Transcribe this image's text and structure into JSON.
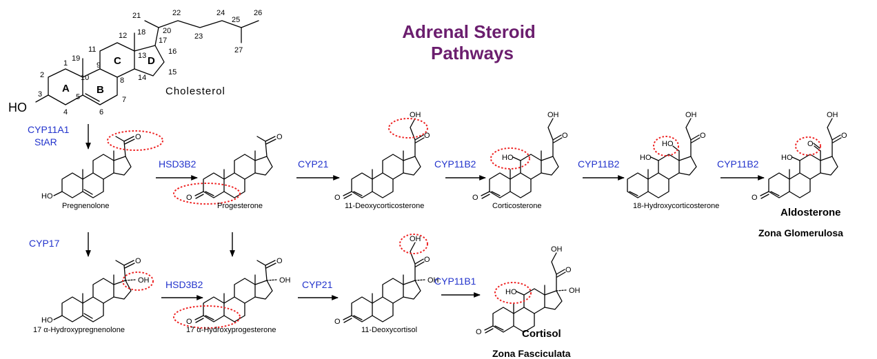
{
  "title": {
    "line1": "Adrenal Steroid",
    "line2": "Pathways"
  },
  "cholesterol": {
    "name": "Cholesterol",
    "ring_labels": [
      "A",
      "B",
      "C",
      "D"
    ],
    "carbon_numbers": [
      "1",
      "2",
      "3",
      "4",
      "5",
      "6",
      "7",
      "8",
      "9",
      "10",
      "11",
      "12",
      "13",
      "14",
      "15",
      "16",
      "17",
      "18",
      "19",
      "20",
      "21",
      "22",
      "23",
      "24",
      "25",
      "26",
      "27"
    ],
    "ho_label": "HO"
  },
  "atoms": {
    "oh": "OH",
    "ho": "HO",
    "o": "O"
  },
  "enzymes": {
    "cyp11a1": "CYP11A1",
    "star": "StAR",
    "hsd3b2": "HSD3B2",
    "cyp21": "CYP21",
    "cyp11b2": "CYP11B2",
    "cyp17": "CYP17",
    "cyp11b1": "CYP11B1"
  },
  "compounds": {
    "pregnenolone": "Pregnenolone",
    "progesterone": "Progesterone",
    "deoxycorticosterone": "11-Deoxycorticosterone",
    "corticosterone": "Corticosterone",
    "hydroxycorticosterone": "18-Hydroxycorticosterone",
    "aldosterone": "Aldosterone",
    "hydroxypregnenolone": "17 α-Hydroxypregnenolone",
    "hydroxyprogesterone": "17 α-Hydroxyprogesterone",
    "deoxycortisol": "11-Deoxycortisol",
    "cortisol": "Cortisol"
  },
  "zones": {
    "glomerulosa": "Zona Glomerulosa",
    "fasciculata": "Zona Fasciculata"
  },
  "colors": {
    "title": "#6b1e6e",
    "enzyme": "#2233cc",
    "highlight": "#ee2222"
  }
}
